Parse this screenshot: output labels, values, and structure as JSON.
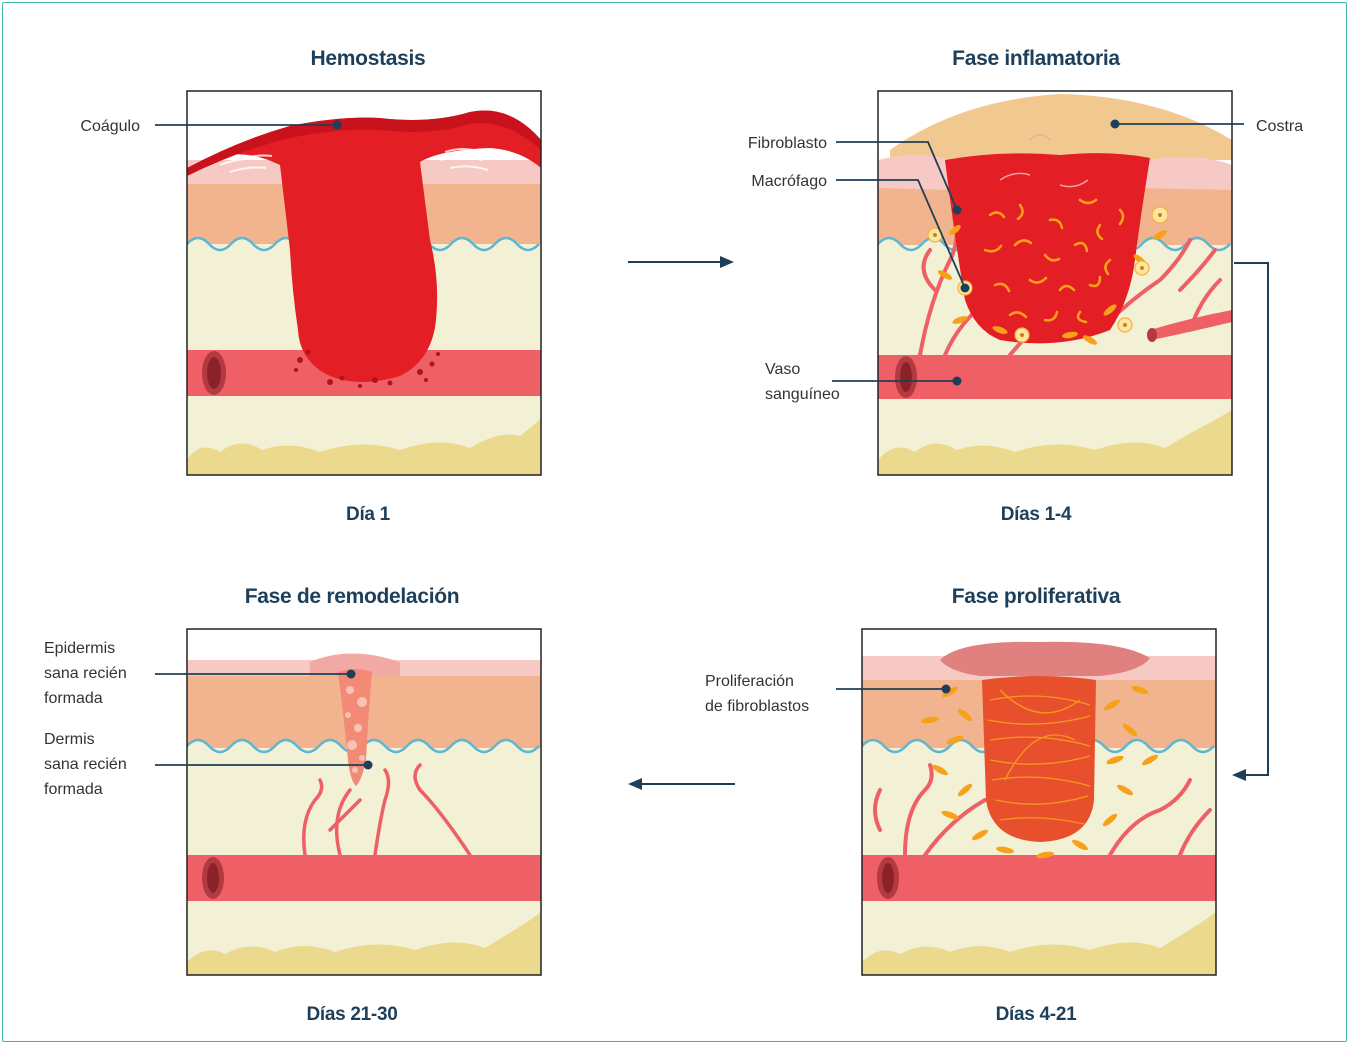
{
  "panels": {
    "hemostasis": {
      "title": "Hemostasis",
      "day": "Día 1",
      "labels": {
        "clot": "Coágulo"
      }
    },
    "inflammatory": {
      "title": "Fase inflamatoria",
      "day": "Días 1-4",
      "labels": {
        "scab": "Costra",
        "fibroblast": "Fibroblasto",
        "macrophage": "Macrófago",
        "vessel_line1": "Vaso",
        "vessel_line2": "sanguíneo"
      }
    },
    "proliferative": {
      "title": "Fase proliferativa",
      "day": "Días 4-21",
      "labels": {
        "prolif_line1": "Proliferación",
        "prolif_line2": "de fibroblastos"
      }
    },
    "remodeling": {
      "title": "Fase de remodelación",
      "day": "Días 21-30",
      "labels": {
        "epi_line1": "Epidermis",
        "epi_line2": "sana recién",
        "epi_line3": "formada",
        "derm_line1": "Dermis",
        "derm_line2": "sana recién",
        "derm_line3": "formada"
      }
    }
  },
  "colors": {
    "frame": "#3fb8aa",
    "title": "#1e3f5a",
    "label": "#333333",
    "arrow": "#1e3f5a",
    "epidermis": "#f7c9c4",
    "dermis": "#f1b48f",
    "hypodermis": "#f3f1d5",
    "fat": "#ebd98e",
    "blood_vessel": "#ee5f66",
    "clot": "#e41e25",
    "scab": "#f1c88f",
    "fibroblast": "#f7a11a"
  }
}
